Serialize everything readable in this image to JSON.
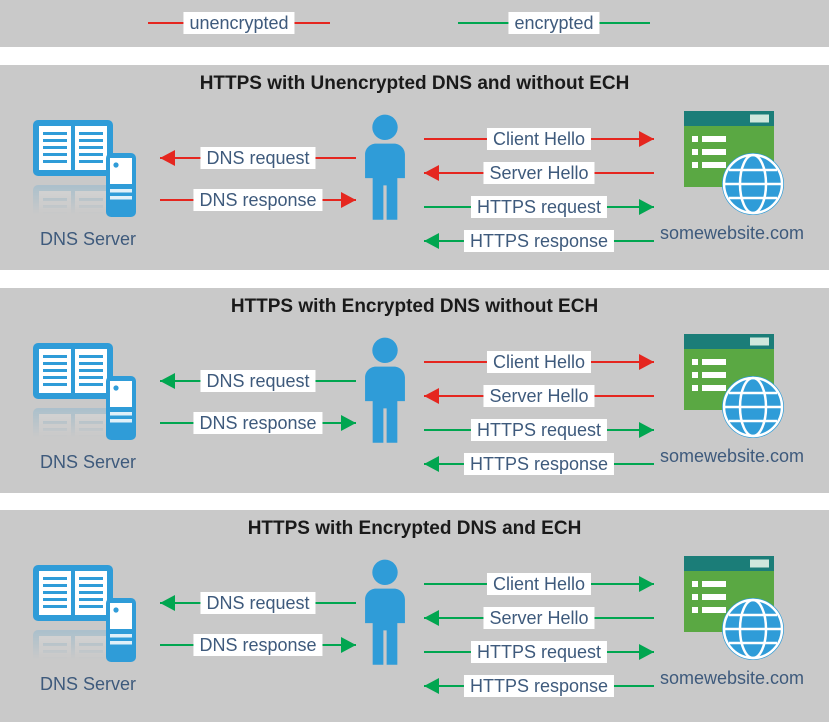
{
  "legend": {
    "items": [
      {
        "label": "unencrypted",
        "encryption": "unencrypted"
      },
      {
        "label": "encrypted",
        "encryption": "encrypted"
      }
    ]
  },
  "colors": {
    "unencrypted": "#e5261f",
    "encrypted": "#00a650",
    "panel_bg": "#c9c9c9",
    "page_bg": "#ffffff",
    "icon_blue": "#2f9cd8",
    "label_text": "#3e5a7c",
    "title_text": "#1a1a1a",
    "label_bg": "#ffffff",
    "site_body": "#5aa843",
    "site_header": "#1b7d78",
    "site_header_box": "#cfe7dd"
  },
  "panels": [
    {
      "title": "HTTPS with Unencrypted DNS and without ECH",
      "dns_server_label": "DNS Server",
      "website_label": "somewebsite.com",
      "dns_arrows": [
        {
          "label": "DNS request",
          "direction": "left",
          "encryption": "unencrypted"
        },
        {
          "label": "DNS response",
          "direction": "right",
          "encryption": "unencrypted"
        }
      ],
      "https_arrows": [
        {
          "label": "Client Hello",
          "direction": "right",
          "encryption": "unencrypted"
        },
        {
          "label": "Server Hello",
          "direction": "left",
          "encryption": "unencrypted"
        },
        {
          "label": "HTTPS request",
          "direction": "right",
          "encryption": "encrypted"
        },
        {
          "label": "HTTPS response",
          "direction": "left",
          "encryption": "encrypted"
        }
      ]
    },
    {
      "title": "HTTPS with Encrypted DNS without ECH",
      "dns_server_label": "DNS Server",
      "website_label": "somewebsite.com",
      "dns_arrows": [
        {
          "label": "DNS request",
          "direction": "left",
          "encryption": "encrypted"
        },
        {
          "label": "DNS response",
          "direction": "right",
          "encryption": "encrypted"
        }
      ],
      "https_arrows": [
        {
          "label": "Client Hello",
          "direction": "right",
          "encryption": "unencrypted"
        },
        {
          "label": "Server Hello",
          "direction": "left",
          "encryption": "unencrypted"
        },
        {
          "label": "HTTPS request",
          "direction": "right",
          "encryption": "encrypted"
        },
        {
          "label": "HTTPS response",
          "direction": "left",
          "encryption": "encrypted"
        }
      ]
    },
    {
      "title": "HTTPS with Encrypted DNS and ECH",
      "dns_server_label": "DNS Server",
      "website_label": "somewebsite.com",
      "dns_arrows": [
        {
          "label": "DNS request",
          "direction": "left",
          "encryption": "encrypted"
        },
        {
          "label": "DNS response",
          "direction": "right",
          "encryption": "encrypted"
        }
      ],
      "https_arrows": [
        {
          "label": "Client Hello",
          "direction": "right",
          "encryption": "encrypted"
        },
        {
          "label": "Server Hello",
          "direction": "left",
          "encryption": "encrypted"
        },
        {
          "label": "HTTPS request",
          "direction": "right",
          "encryption": "encrypted"
        },
        {
          "label": "HTTPS response",
          "direction": "left",
          "encryption": "encrypted"
        }
      ]
    }
  ]
}
